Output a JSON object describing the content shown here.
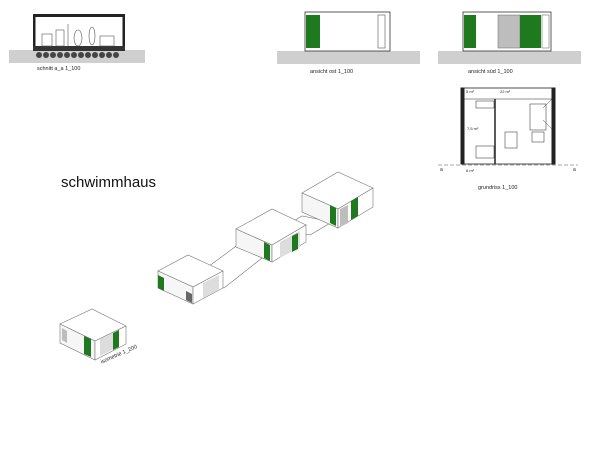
{
  "title": "schwimmhaus",
  "labels": {
    "schnitt": "schnitt a_a 1_100",
    "ansicht_ost": "ansicht ost 1_100",
    "ansicht_sued": "ansicht süd 1_100",
    "grundriss": "grundriss 1_100",
    "isometrie": "isometrie 1_200"
  },
  "plan_annotations": {
    "room_a": "5 m²",
    "room_b": "22 m²",
    "room_c": "7,5 m²",
    "room_d": "6 m²",
    "section_left": "a",
    "section_right": "a"
  },
  "colors": {
    "accent_green": "#1f7a1f",
    "water_grey": "#cfcfcf",
    "line": "#333333",
    "window_grey": "#bdbdbd"
  }
}
